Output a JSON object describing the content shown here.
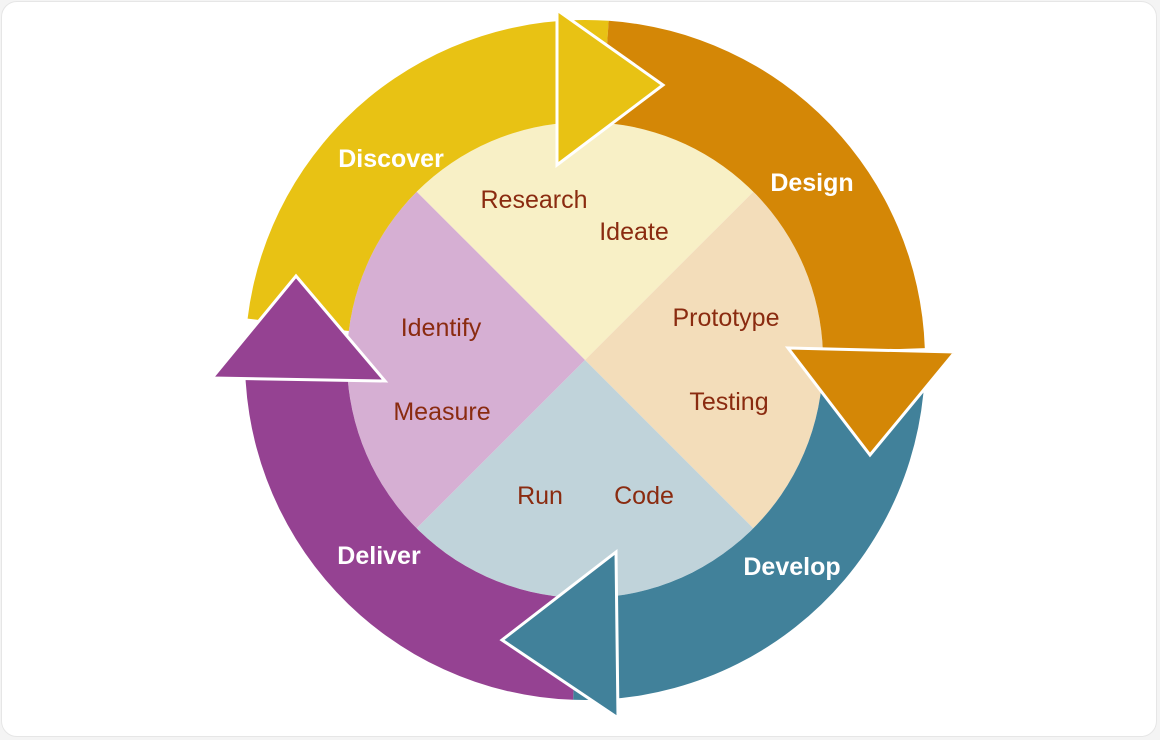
{
  "colors": {
    "discover": "#E8C214",
    "design": "#D48706",
    "develop": "#41819A",
    "deliver": "#954292",
    "quad_top": "#F8F0C6",
    "quad_right": "#F3DDBA",
    "quad_bottom": "#C0D3DA",
    "quad_left": "#D6AFD3",
    "step_text": "#8A2B10"
  },
  "phases": [
    {
      "id": "discover",
      "label": "Discover"
    },
    {
      "id": "design",
      "label": "Design"
    },
    {
      "id": "develop",
      "label": "Develop"
    },
    {
      "id": "deliver",
      "label": "Deliver"
    }
  ],
  "steps": {
    "top": [
      "Research",
      "Ideate"
    ],
    "right": [
      "Prototype",
      "Testing"
    ],
    "bottom": [
      "Run",
      "Code"
    ],
    "left": [
      "Identify",
      "Measure"
    ]
  }
}
